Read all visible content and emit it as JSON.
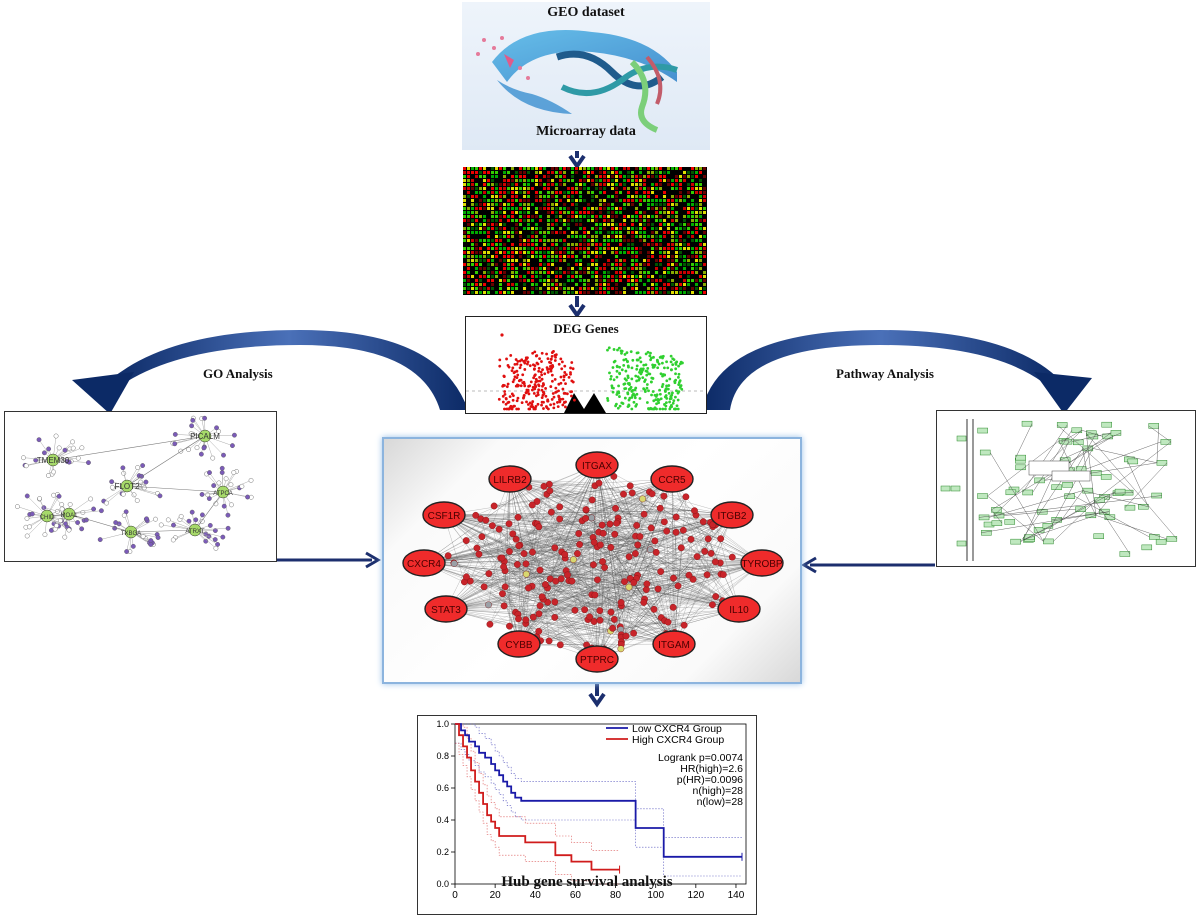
{
  "geo": {
    "title": "GEO dataset",
    "subtitle": "Microarray data"
  },
  "deg": {
    "title": "DEG Genes"
  },
  "go": {
    "label": "GO Analysis",
    "nodes": [
      "TMEM30",
      "PICALM",
      "FLOT2",
      "ATPCA",
      "ATRXT",
      "TXBGA",
      "MOA1",
      "CHID"
    ]
  },
  "pathway": {
    "label": "Pathway Analysis"
  },
  "network": {
    "hub_genes": [
      "ITGAX",
      "CCR5",
      "ITGB2",
      "TYROBP",
      "IL10",
      "ITGAM",
      "PTPRC",
      "CYBB",
      "STAT3",
      "CXCR4",
      "CSF1R",
      "LILRB2"
    ]
  },
  "survival": {
    "title": "Hub gene survival analysis",
    "legend": [
      {
        "name": "Low CXCR4 Group",
        "color": "#1a1aa8"
      },
      {
        "name": "High CXCR4 Group",
        "color": "#d01c1c"
      }
    ],
    "stats": [
      "Logrank p=0.0074",
      "HR(high)=2.6",
      "p(HR)=0.0096",
      "n(high)=28",
      "n(low)=28"
    ],
    "x_ticks": [
      "0",
      "20",
      "40",
      "60",
      "80",
      "100",
      "120",
      "140"
    ],
    "y_ticks": [
      "0.0",
      "0.2",
      "0.4",
      "0.6",
      "0.8",
      "1.0"
    ]
  },
  "chart_data": {
    "type": "line",
    "title": "",
    "xlabel": "",
    "ylabel": "",
    "xlim": [
      0,
      145
    ],
    "ylim": [
      0,
      1.0
    ],
    "series": [
      {
        "name": "Low CXCR4 Group",
        "x": [
          0,
          3,
          5,
          7,
          10,
          12,
          15,
          18,
          20,
          22,
          24,
          26,
          28,
          30,
          33,
          90,
          104,
          143
        ],
        "y": [
          1.0,
          0.96,
          0.93,
          0.89,
          0.86,
          0.82,
          0.79,
          0.75,
          0.71,
          0.68,
          0.64,
          0.61,
          0.57,
          0.54,
          0.52,
          0.35,
          0.17,
          0.17
        ]
      },
      {
        "name": "High CXCR4 Group",
        "x": [
          0,
          2,
          4,
          6,
          8,
          10,
          12,
          14,
          16,
          18,
          20,
          22,
          26,
          35,
          50,
          58,
          68,
          82
        ],
        "y": [
          1.0,
          0.93,
          0.86,
          0.79,
          0.71,
          0.64,
          0.57,
          0.5,
          0.43,
          0.39,
          0.35,
          0.3,
          0.3,
          0.26,
          0.18,
          0.14,
          0.09,
          0.09
        ]
      }
    ]
  }
}
